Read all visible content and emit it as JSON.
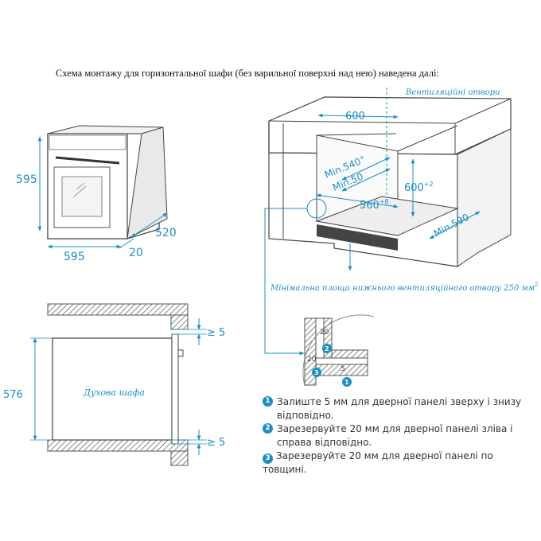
{
  "caption": "Схема монтажу для горизонтальної шафи (без варильної поверхні над нею) наведена далі:",
  "oven_front": {
    "height": "595",
    "width": "595",
    "depth": "520",
    "door": "20"
  },
  "cabinet": {
    "vent_label": "Вентиляційні отвори",
    "width_600": "600",
    "min_540": "Min.540",
    "min_540_sup": "+",
    "min_50": "Min.50",
    "height_600": "600",
    "height_600_sup": "+2",
    "niche_560": "560",
    "niche_560_sup": "+8",
    "min_590": "Min.590",
    "bottom_vent_note": "Мінімальна площа нижнього вентиляційного отвору 250 мм",
    "bottom_vent_sup": "2"
  },
  "side_view": {
    "oven_label": "Духова шафа",
    "gap_top": "≥ 5",
    "gap_bottom": "≥ 5",
    "height": "576"
  },
  "detail": {
    "top_20": "20",
    "side_20": "20",
    "bottom_5": "5",
    "badge_1": "1",
    "badge_2": "2",
    "badge_3": "3"
  },
  "notes": [
    {
      "num": "1",
      "text": "Залиште 5 мм для дверної панелі зверху і знизу відповідно."
    },
    {
      "num": "2",
      "text": "Зарезервуйте 20 мм для дверної панелі зліва і справа відповідно."
    },
    {
      "num": "3",
      "text": "Зарезервуйте 20 мм для дверної панелі по товщині."
    }
  ],
  "colors": {
    "accent": "#1a8fc4",
    "line": "#444444",
    "hatch": "#555555"
  }
}
